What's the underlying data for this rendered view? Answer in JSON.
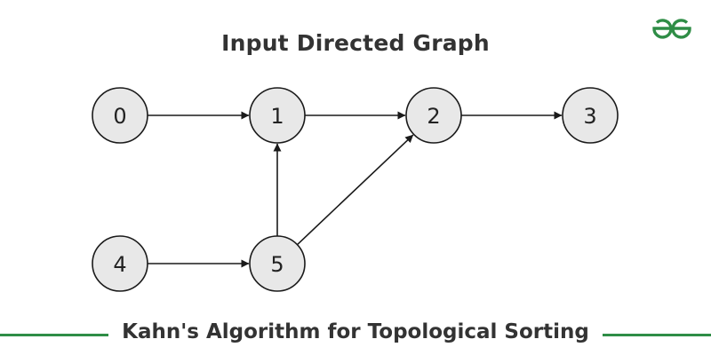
{
  "header": {
    "title": "Input Directed Graph",
    "logo_label": "GfG",
    "logo_color": "#2f8d46"
  },
  "graph": {
    "nodes": [
      {
        "id": "0",
        "label": "0"
      },
      {
        "id": "1",
        "label": "1"
      },
      {
        "id": "2",
        "label": "2"
      },
      {
        "id": "3",
        "label": "3"
      },
      {
        "id": "4",
        "label": "4"
      },
      {
        "id": "5",
        "label": "5"
      }
    ],
    "edges": [
      {
        "from": "0",
        "to": "1"
      },
      {
        "from": "1",
        "to": "2"
      },
      {
        "from": "2",
        "to": "3"
      },
      {
        "from": "4",
        "to": "5"
      },
      {
        "from": "5",
        "to": "1"
      },
      {
        "from": "5",
        "to": "2"
      }
    ],
    "node_fill": "#e8e8e8",
    "stroke_color": "#1a1a1a"
  },
  "footer": {
    "subtitle": "Kahn's Algorithm for Topological Sorting",
    "line_color": "#2f8d46"
  }
}
